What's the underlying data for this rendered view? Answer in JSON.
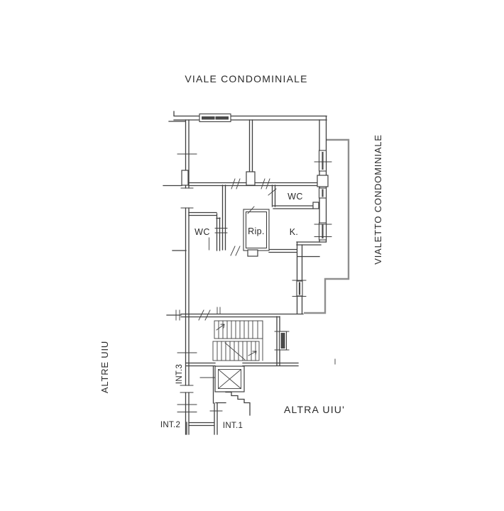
{
  "street_labels": {
    "top_street": "VIALE CONDOMINIALE",
    "right_street": "VIALETTO CONDOMINIALE",
    "left_adjacent_units": "ALTRE UIU",
    "bottom_adjacent_unit": "ALTRA UIU'"
  },
  "rooms": {
    "wc_top": "WC",
    "wc_left": "WC",
    "storage": "Rip.",
    "kitchen": "K."
  },
  "units": {
    "int1": "INT.1",
    "int2": "INT.2",
    "int3": "INT.3"
  },
  "colors": {
    "wall": "#3f3f3f",
    "path_outline": "#8f8f8f",
    "text": "#2a2a2a",
    "dark_fill": "#4a4a4a",
    "background": "#ffffff"
  }
}
